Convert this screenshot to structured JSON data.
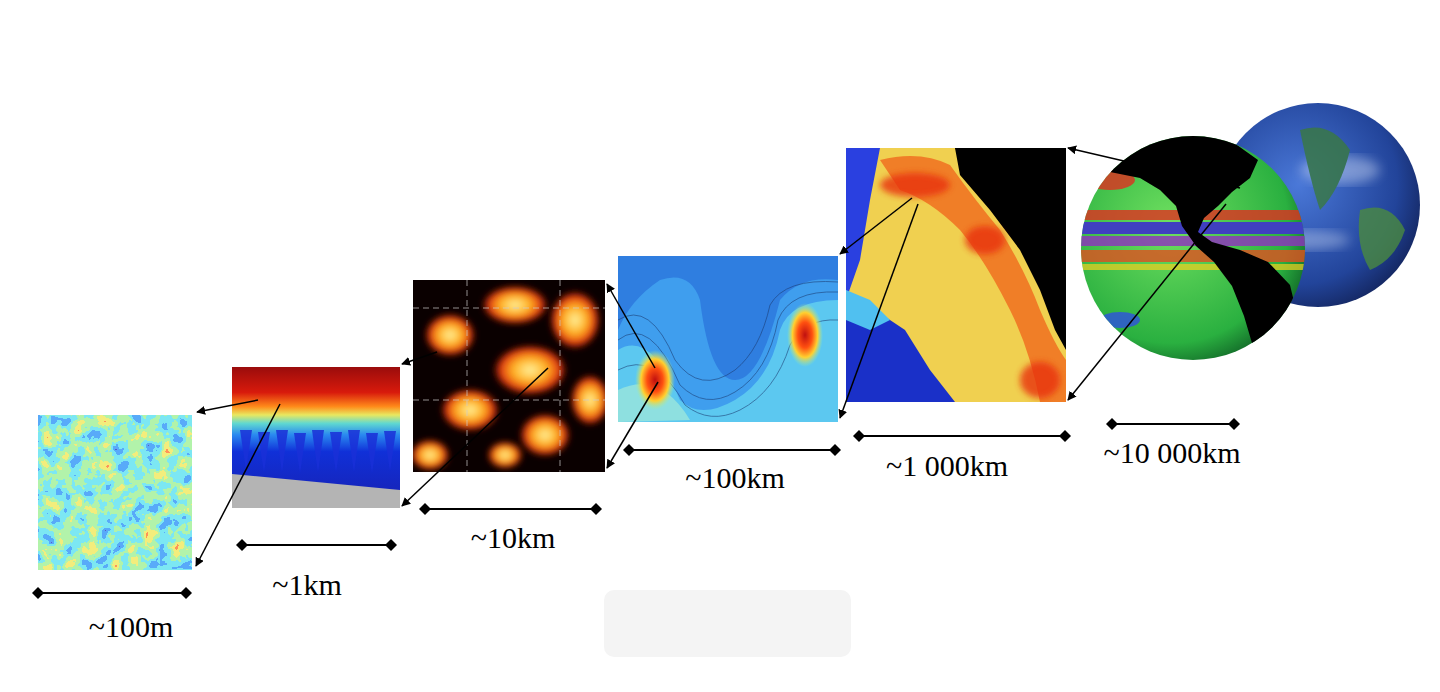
{
  "diagram": {
    "labels": [
      "~100m",
      "~1km",
      "~10km",
      "~100km",
      "~1 000km",
      "~10 000km"
    ]
  }
}
